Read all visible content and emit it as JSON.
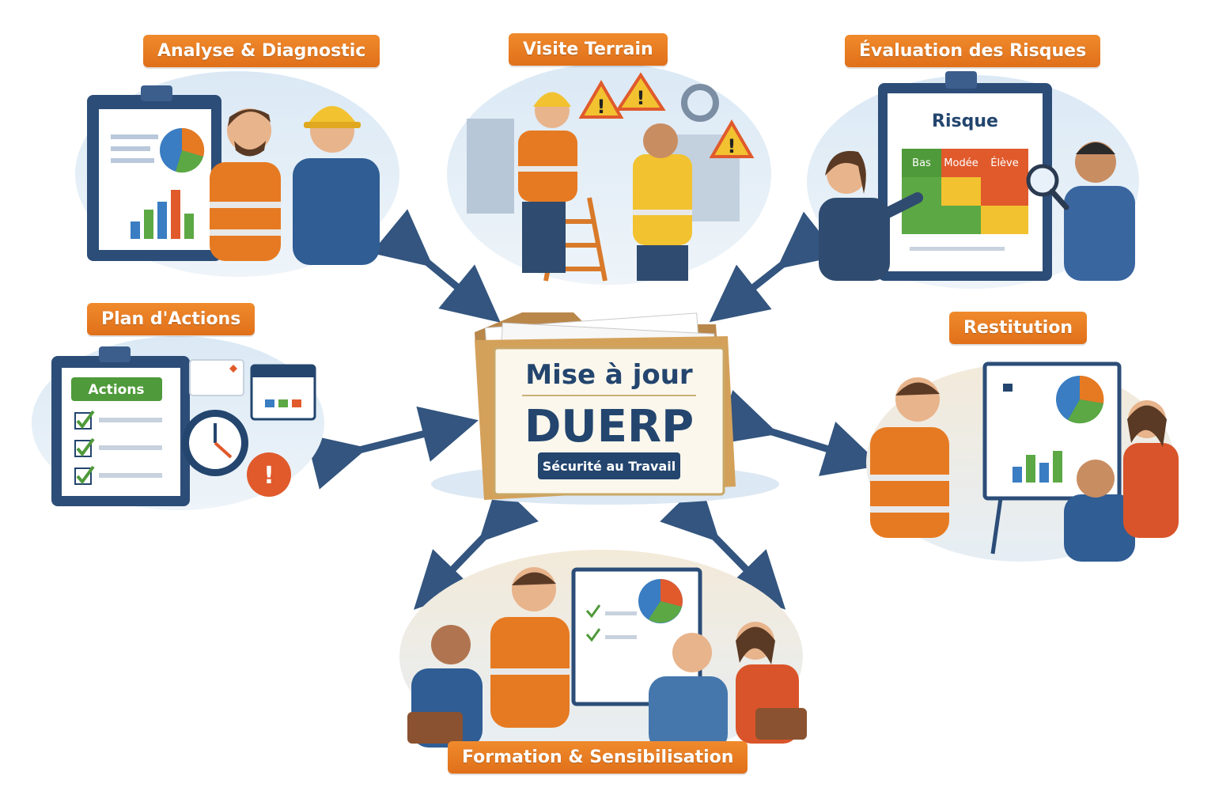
{
  "center": {
    "title_line1": "Mise à jour",
    "title_line2": "DUERP",
    "ribbon": "Sécurité au Travail"
  },
  "steps": [
    {
      "id": "analyse",
      "label": "Analyse & Diagnostic"
    },
    {
      "id": "visite",
      "label": "Visite Terrain"
    },
    {
      "id": "evaluation",
      "label": "Évaluation des Risques"
    },
    {
      "id": "plan",
      "label": "Plan d'Actions"
    },
    {
      "id": "restitution",
      "label": "Restitution"
    },
    {
      "id": "formation",
      "label": "Formation & Sensibilisation"
    }
  ],
  "risk_board": {
    "title": "Risque",
    "levels": [
      "Bas",
      "Modée",
      "Élève"
    ]
  },
  "actions_board": {
    "title": "Actions"
  },
  "colors": {
    "accent_orange": "#e67a22",
    "navy": "#23456e",
    "arrow": "#33557f",
    "green": "#4f9a3a",
    "yellow": "#f2c230",
    "red": "#e05a2c"
  }
}
